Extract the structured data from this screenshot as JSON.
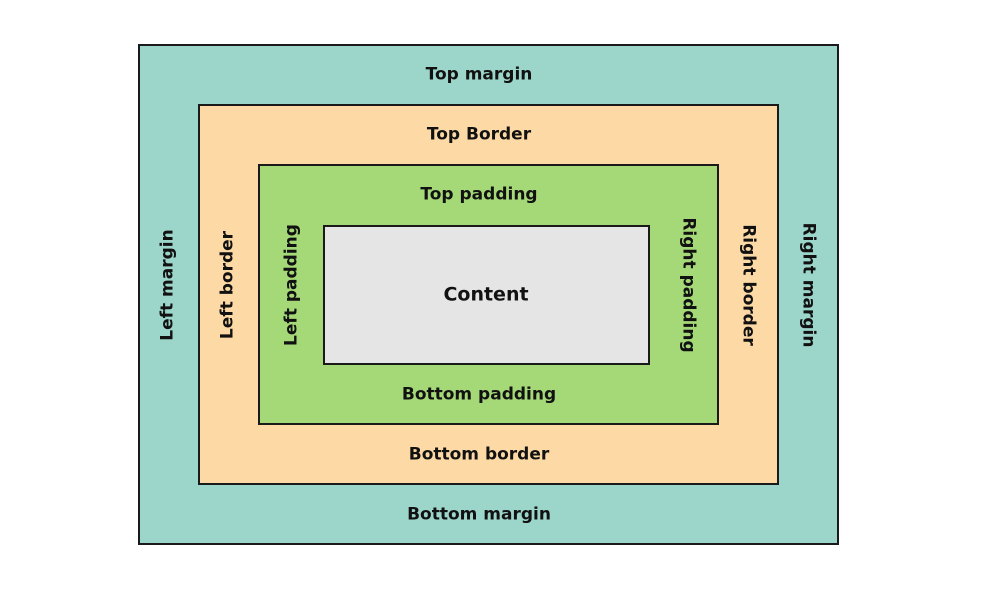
{
  "labels": {
    "top_margin": "Top margin",
    "bottom_margin": "Bottom margin",
    "left_margin": "Left margin",
    "right_margin": "Right margin",
    "top_border": "Top Border",
    "bottom_border": "Bottom border",
    "left_border": "Left border",
    "right_border": "Right border",
    "top_padding": "Top padding",
    "bottom_padding": "Bottom padding",
    "left_padding": "Left padding",
    "right_padding": "Right padding",
    "content": "Content"
  },
  "colors": {
    "margin": "#9cd5ca",
    "border": "#fdd9a6",
    "padding": "#a5d977",
    "content": "#e5e5e5",
    "outline": "#1a1a1a"
  }
}
